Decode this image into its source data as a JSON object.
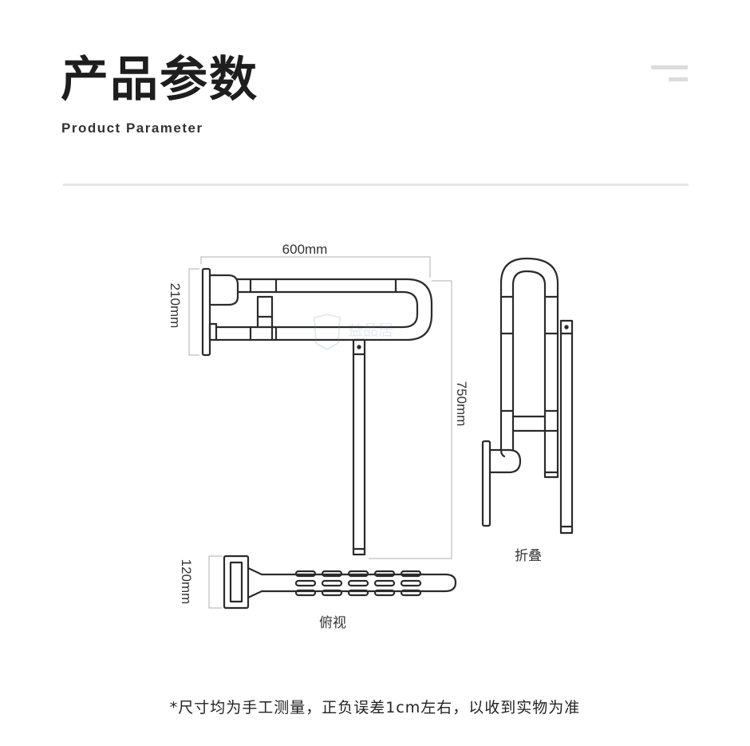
{
  "header": {
    "title": "产品参数",
    "subtitle": "Product Parameter"
  },
  "diagram": {
    "width_label": "600mm",
    "height_label": "210mm",
    "length_label": "750mm",
    "depth_label": "120mm",
    "folded_caption": "折叠",
    "top_view_caption": "俯视",
    "watermark": "益品居"
  },
  "footer": {
    "note": "*尺寸均为手工测量，正负误差1cm左右，以收到实物为准"
  },
  "colors": {
    "line": "#2b2b2b",
    "dim_line": "#bdbdbd",
    "divider": "#e6e6e6"
  }
}
